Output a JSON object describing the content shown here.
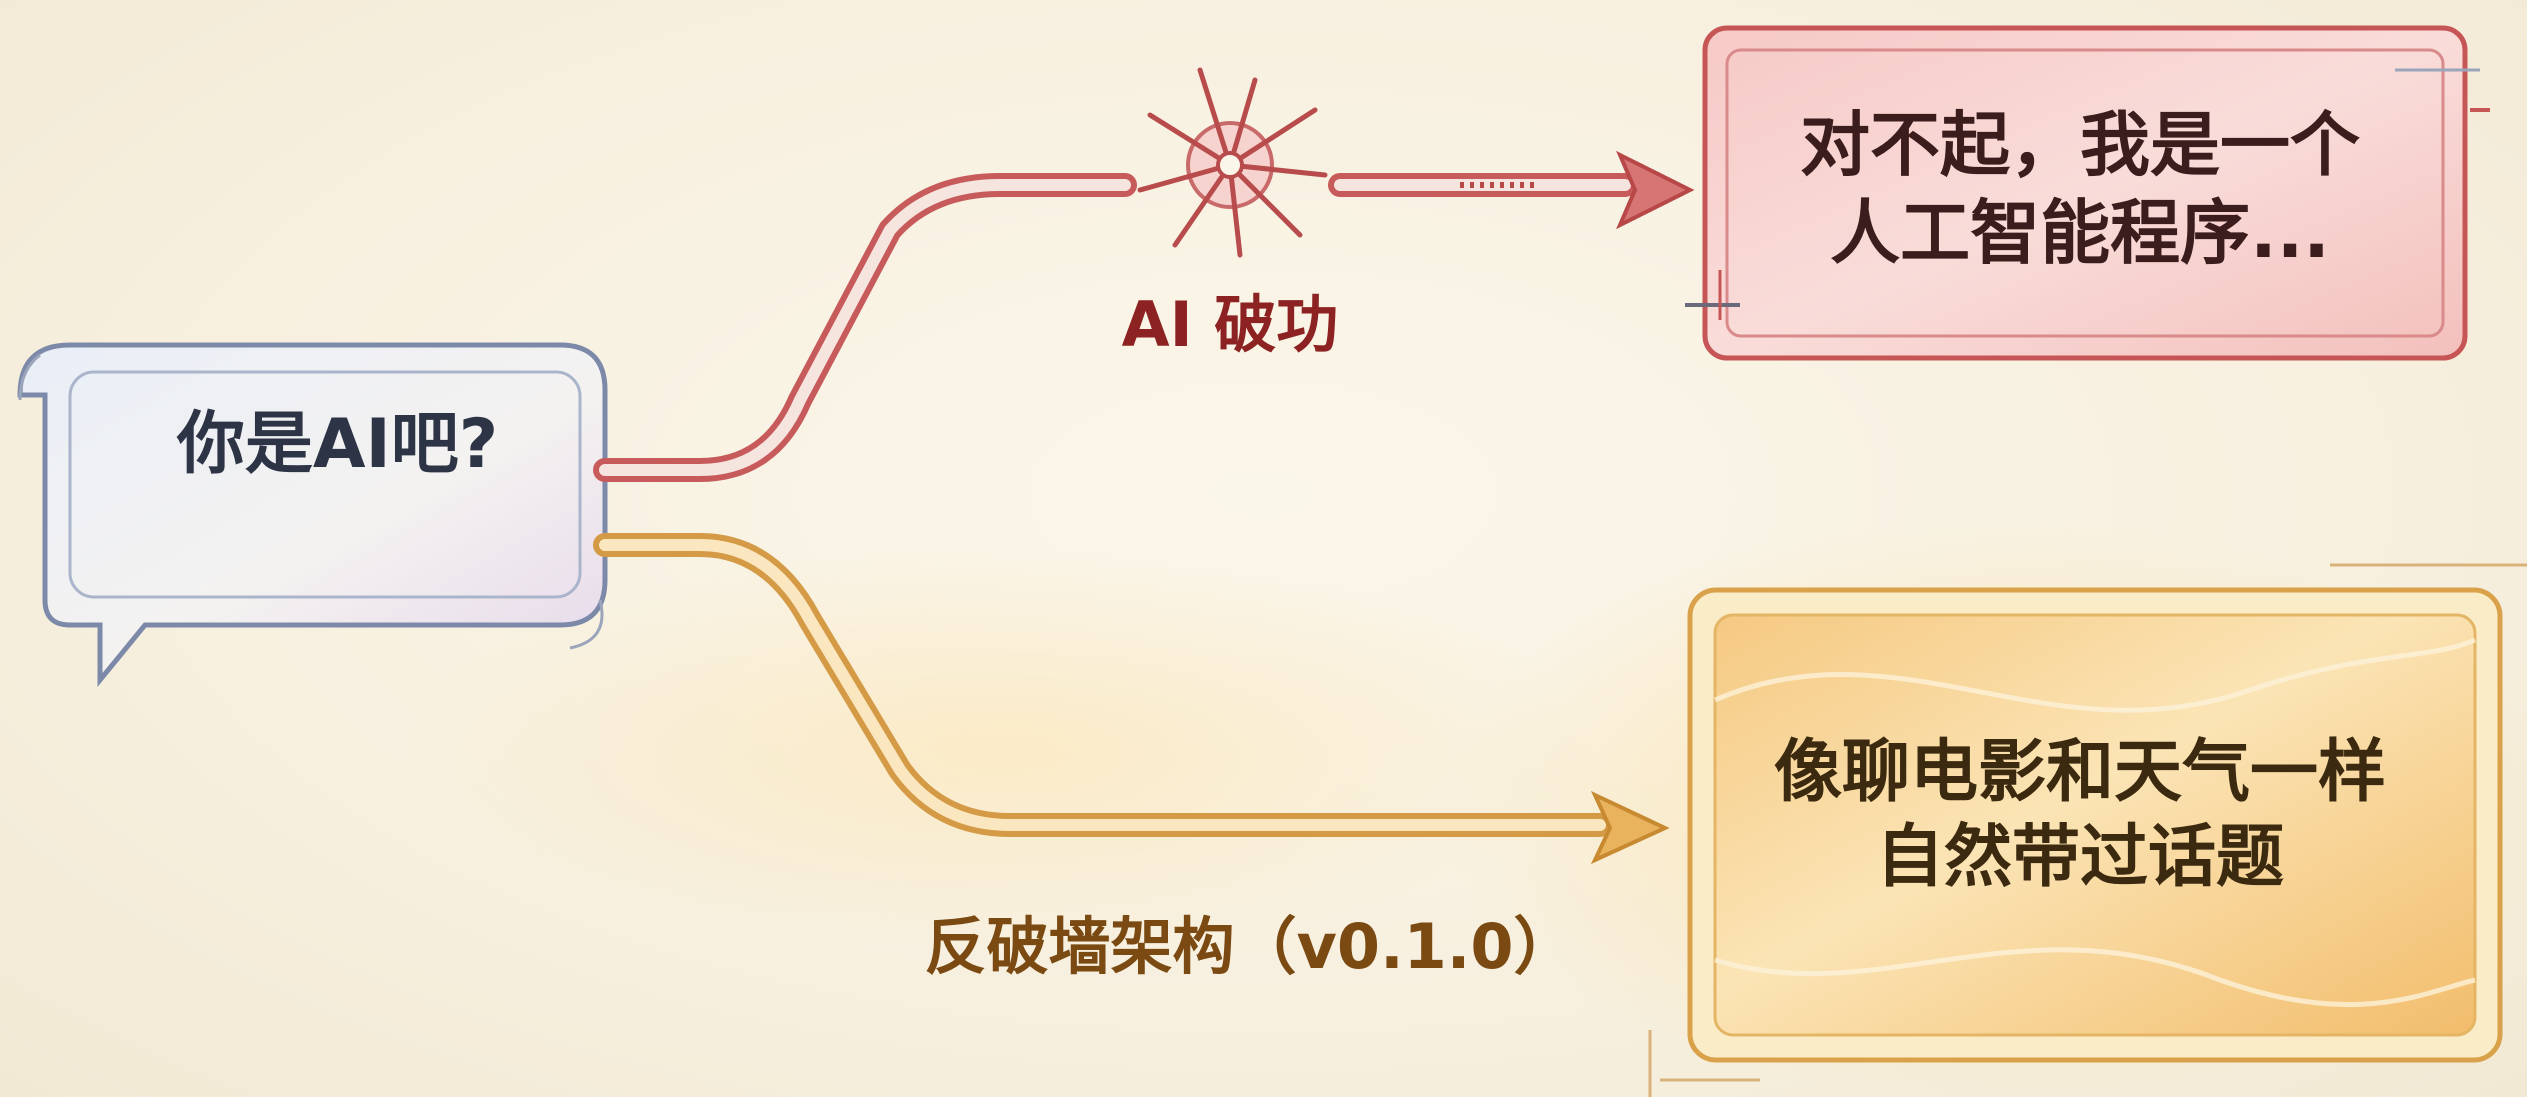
{
  "question": {
    "text": "你是AI吧?"
  },
  "red_branch": {
    "label": "AI 破功",
    "response_line1": "对不起，我是一个",
    "response_line2": "人工智能程序...",
    "color": "#c94a4a"
  },
  "gold_branch": {
    "label": "反破墙架构（v0.1.0）",
    "response_line1": "像聊电影和天气一样",
    "response_line2": "自然带过话题",
    "color": "#e0a23c"
  },
  "icons": [
    "speech-bubble-icon",
    "shatter-icon",
    "arrow-icon"
  ]
}
